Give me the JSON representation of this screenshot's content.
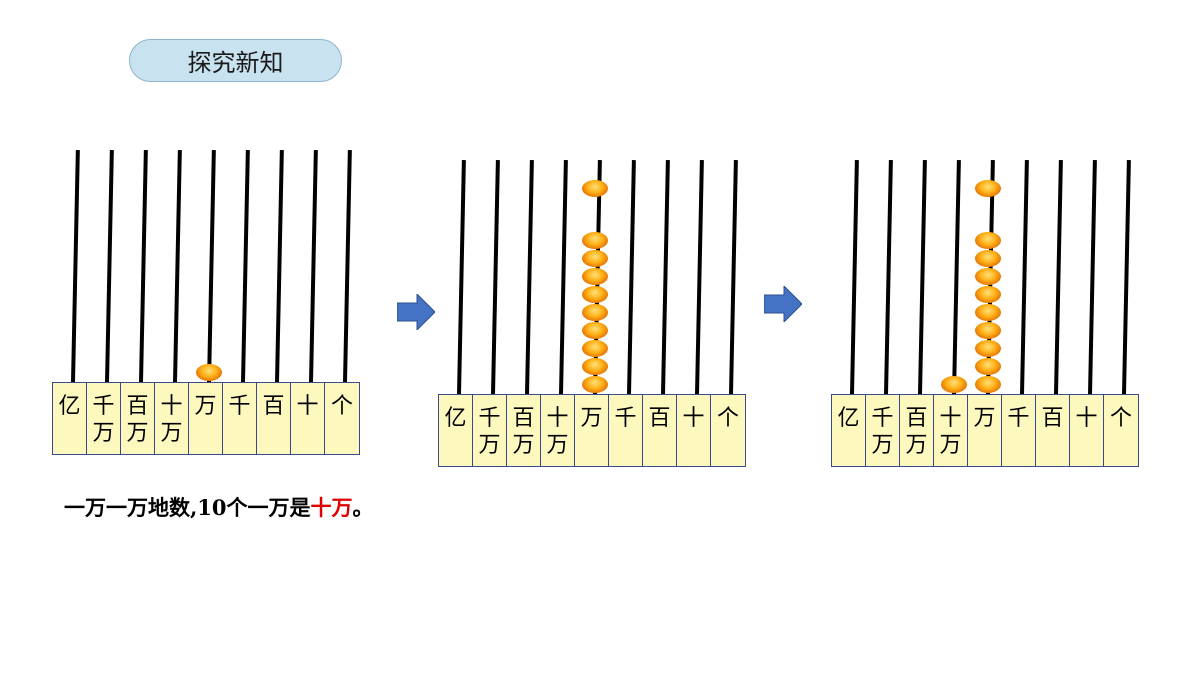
{
  "header": {
    "title": "探究新知"
  },
  "place_values": [
    [
      "亿"
    ],
    [
      "千",
      "万"
    ],
    [
      "百",
      "万"
    ],
    [
      "十",
      "万"
    ],
    [
      "万"
    ],
    [
      "千"
    ],
    [
      "百"
    ],
    [
      "十"
    ],
    [
      "个"
    ]
  ],
  "abacuses": [
    {
      "name": "abacus-1",
      "bead_counts": [
        0,
        0,
        0,
        0,
        1,
        0,
        0,
        0,
        0
      ],
      "separated_top_bead_on_rod": null
    },
    {
      "name": "abacus-2",
      "bead_counts": [
        0,
        0,
        0,
        0,
        10,
        0,
        0,
        0,
        0
      ],
      "separated_top_bead_on_rod": 4
    },
    {
      "name": "abacus-3",
      "bead_counts": [
        0,
        0,
        0,
        1,
        10,
        0,
        0,
        0,
        0
      ],
      "separated_top_bead_on_rod": 4
    }
  ],
  "caption": {
    "prefix": "一万一万地数,10个一万是",
    "highlight": "十万",
    "suffix": "。"
  },
  "colors": {
    "bead": "#ff9a00",
    "label_bg": "#fdf8be",
    "arrow": "#4472c4",
    "pill_bg": "#c9e2f0",
    "highlight": "#e00000"
  },
  "icons": [
    "right-arrow-icon"
  ]
}
